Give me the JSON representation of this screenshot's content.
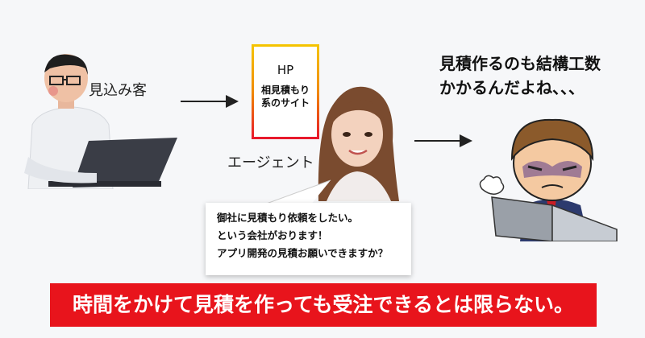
{
  "prospect": {
    "label": "見込み客"
  },
  "hp_card": {
    "title": "HP",
    "line1": "相見積もり",
    "line2": "系のサイト"
  },
  "agent": {
    "label": "エージェント"
  },
  "speech": {
    "line1": "御社に見積もり依頼をしたい。",
    "line2": "という会社がおります！",
    "line3": "アプリ開発の見積お願いできますか？"
  },
  "thought": {
    "line1": "見積作るのも結構工数",
    "line2": "かかるんだよね、、、"
  },
  "banner": {
    "text": "時間をかけて見積を作っても受注できるとは限らない。"
  },
  "colors": {
    "banner": "#e8141c",
    "card_gradient": [
      "#f5c400",
      "#e8192c"
    ]
  }
}
